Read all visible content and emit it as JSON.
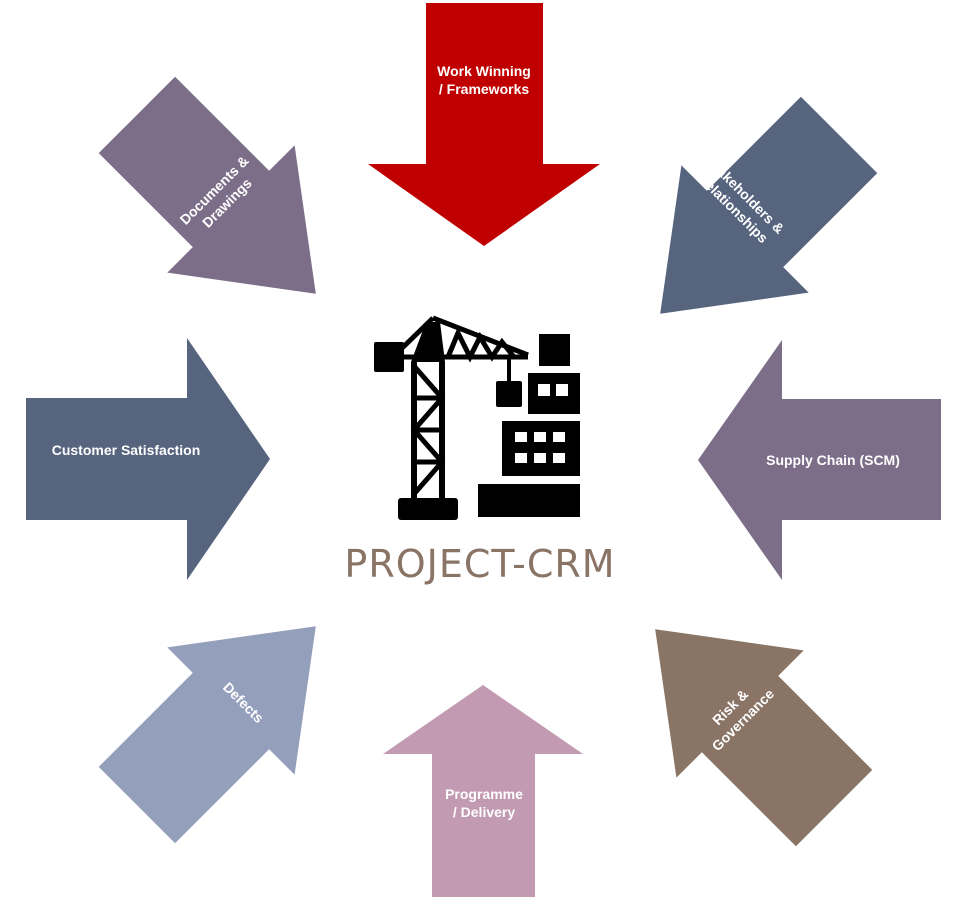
{
  "center": {
    "title": "PROJECT-CRM",
    "title_color": "#8a7466",
    "icon": "construction-crane-building-icon"
  },
  "arrows": [
    {
      "id": "work-winning",
      "lines": [
        "Work Winning",
        "/ Frameworks"
      ],
      "color": "#c00000",
      "direction": "down"
    },
    {
      "id": "stakeholders",
      "lines": [
        "Stakeholders &",
        "Relationships"
      ],
      "color": "#56647e",
      "direction": "down-left"
    },
    {
      "id": "supply-chain",
      "lines": [
        "Supply Chain (SCM)"
      ],
      "color": "#7c6e89",
      "direction": "left"
    },
    {
      "id": "risk-governance",
      "lines": [
        "Risk &",
        "Governance"
      ],
      "color": "#8a7466",
      "direction": "up-left"
    },
    {
      "id": "programme-delivery",
      "lines": [
        "Programme",
        "/ Delivery"
      ],
      "color": "#c29ab1",
      "direction": "up"
    },
    {
      "id": "defects",
      "lines": [
        "Defects"
      ],
      "color": "#949fbc",
      "direction": "up-right"
    },
    {
      "id": "customer-satisfaction",
      "lines": [
        "Customer Satisfaction"
      ],
      "color": "#56647e",
      "direction": "right"
    },
    {
      "id": "documents-drawings",
      "lines": [
        "Documents &",
        "Drawings"
      ],
      "color": "#7c6e89",
      "direction": "down-right"
    }
  ]
}
